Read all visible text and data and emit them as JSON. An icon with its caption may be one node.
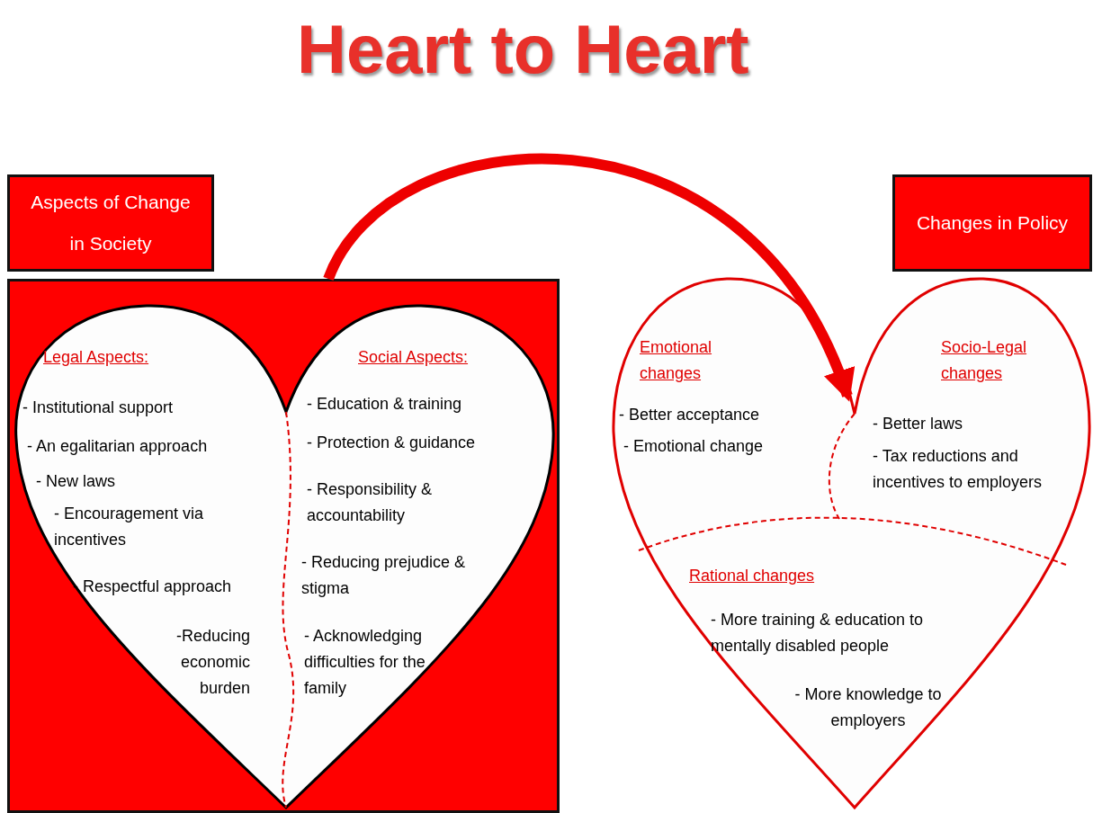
{
  "diagram": {
    "title": "Heart to Heart",
    "nodes": [
      {
        "text": [
          "Aspects of Change in Society"
        ]
      },
      {
        "text": [],
        "shape": "box"
      },
      {
        "text": [],
        "shape": "heart",
        "in": 1
      },
      {
        "text": [
          "Legal Aspects:",
          "- Institutional support",
          "- An egalitarian approach",
          "- New laws",
          "- Encouragement via incentives",
          "- Respectful approach",
          "-Reducing economic burden"
        ],
        "in": 2
      },
      {
        "text": [
          "Social Aspects:",
          "- Education & training",
          "- Protection & guidance",
          "- Responsibility & accountability",
          "- Reducing prejudice & stigma",
          "- Acknowledging difficulties for the family"
        ],
        "in": 2
      },
      {
        "text": [
          "Changes in Policy"
        ]
      },
      {
        "text": [],
        "shape": "heart"
      },
      {
        "text": [
          "Emotional changes",
          "- Better acceptance",
          "- Emotional change"
        ],
        "in": 6
      },
      {
        "text": [
          "Socio-Legal changes",
          "- Better laws",
          "- Tax reductions and incentives to employers"
        ],
        "in": 6
      },
      {
        "text": [
          "Rational changes",
          "- More training & education to mentally disabled people",
          "- More knowledge to employers"
        ],
        "in": 6
      }
    ],
    "edges": [
      {
        "from": 1,
        "to": 6,
        "arrow": "to"
      }
    ]
  }
}
